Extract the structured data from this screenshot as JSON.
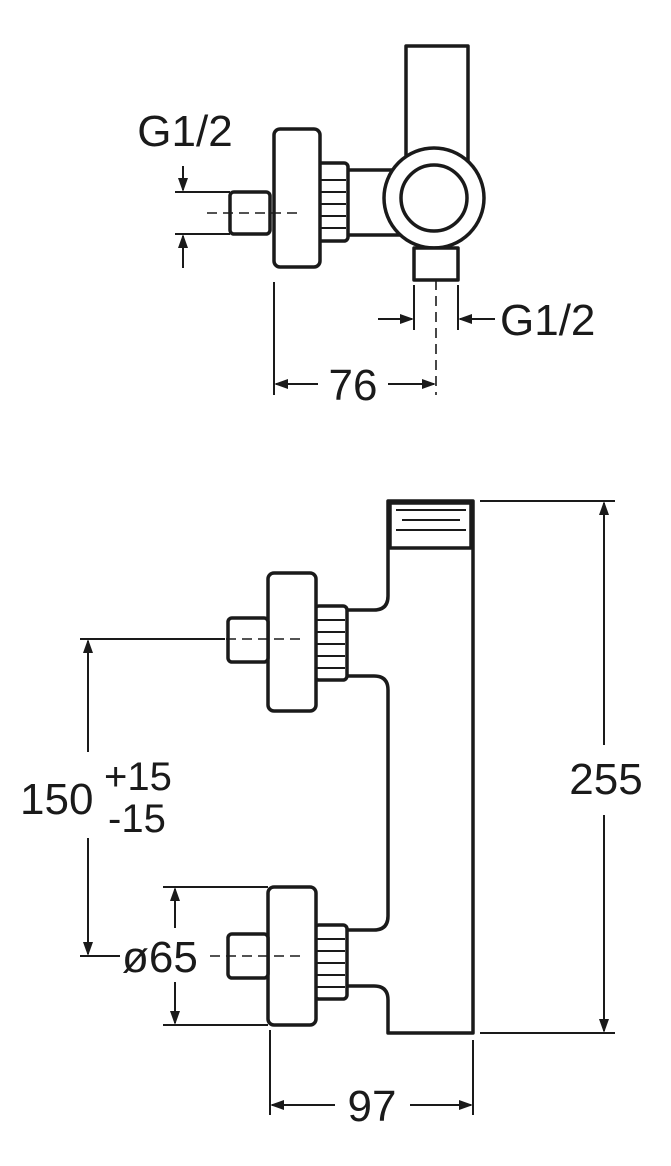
{
  "top_view": {
    "thread_left": "G1/2",
    "thread_right": "G1/2",
    "dim_width": "76"
  },
  "front_view": {
    "dim_spacing": "150",
    "dim_spacing_plus": "+15",
    "dim_spacing_minus": "-15",
    "dim_diameter": "ø65",
    "dim_height": "255",
    "dim_depth": "97"
  }
}
